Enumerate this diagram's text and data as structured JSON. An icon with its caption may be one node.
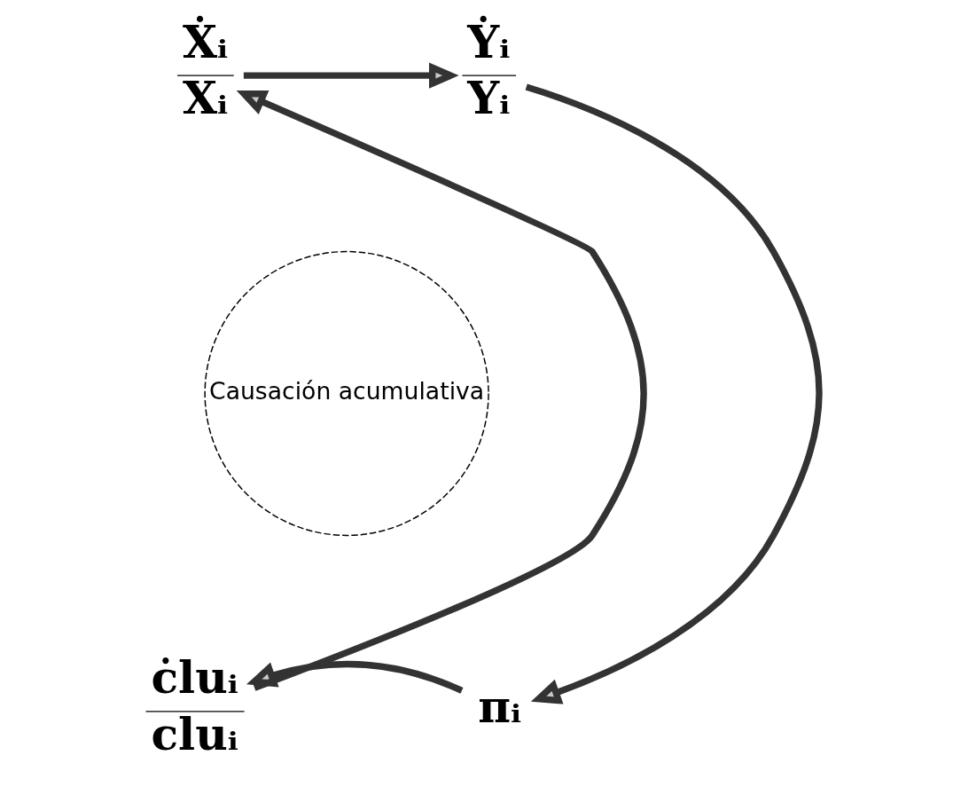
{
  "diagram": {
    "nodes": [
      {
        "text": [
          "Ẋᵢ",
          "Xᵢ"
        ]
      },
      {
        "text": [
          "Ẏᵢ",
          "Yᵢ"
        ]
      },
      {
        "text": [
          "πᵢ"
        ]
      },
      {
        "text": [
          "ċluᵢ",
          "cluᵢ"
        ]
      },
      {
        "text": [
          "Causación acumulativa"
        ]
      }
    ],
    "edges": [
      {
        "from": 0,
        "to": 1,
        "arrow": "to"
      },
      {
        "from": 1,
        "to": 2,
        "arrow": "to"
      },
      {
        "from": 2,
        "to": 3,
        "arrow": "to"
      },
      {
        "from": 3,
        "to": 0,
        "arrow": "to"
      }
    ]
  }
}
